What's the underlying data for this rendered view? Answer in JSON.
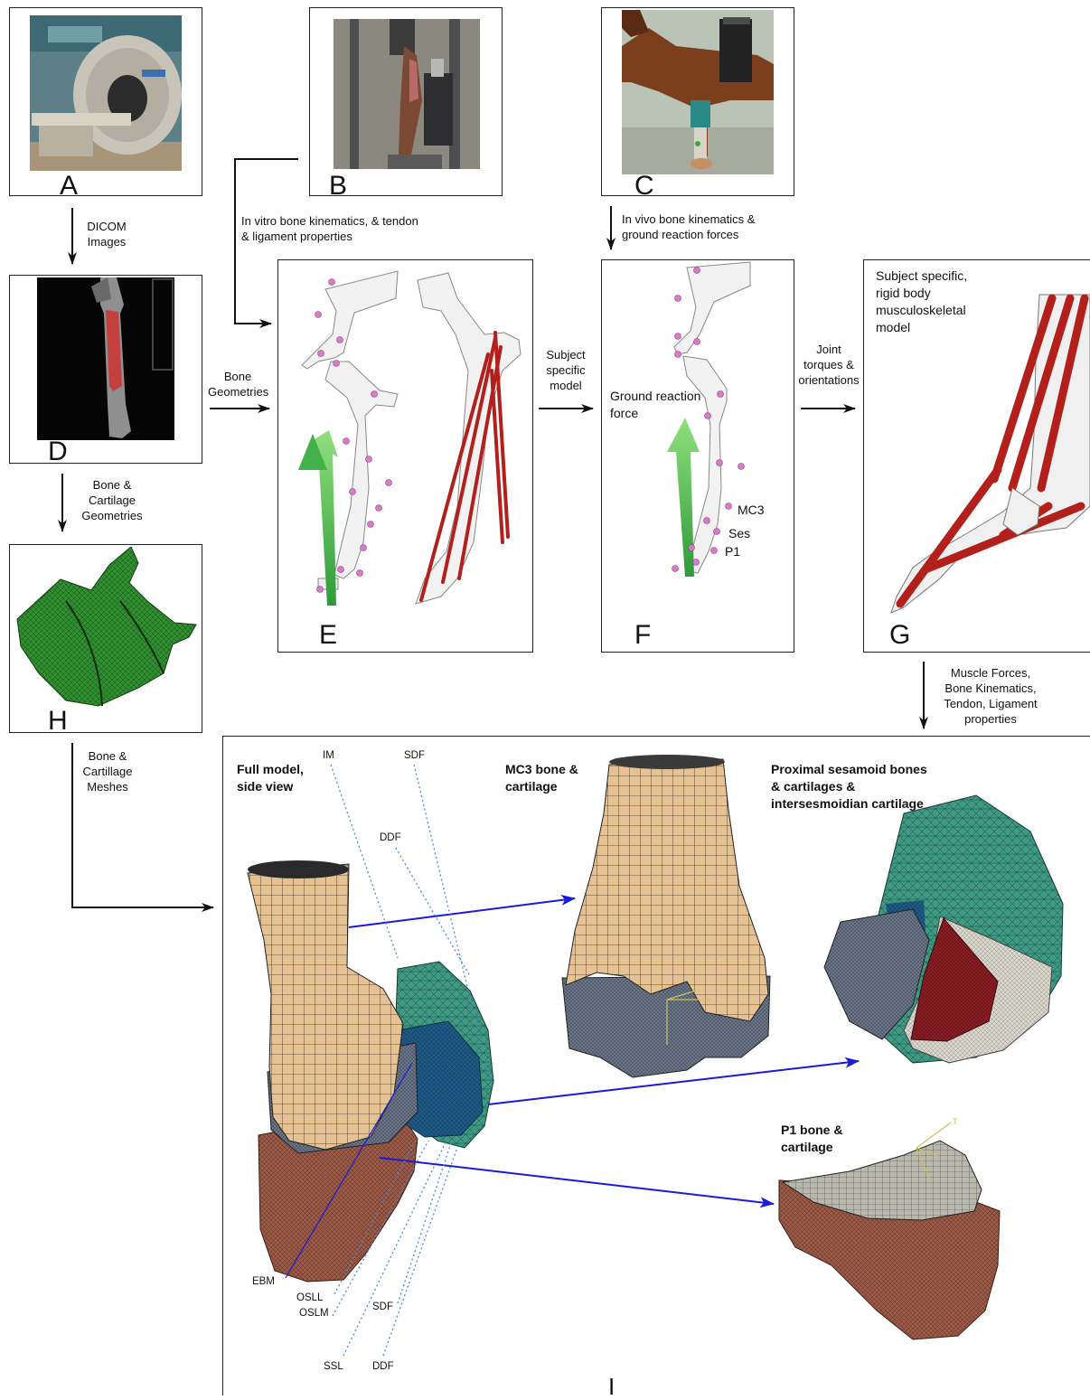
{
  "panels": {
    "A": {
      "letter": "A"
    },
    "B": {
      "letter": "B"
    },
    "C": {
      "letter": "C"
    },
    "D": {
      "letter": "D"
    },
    "E": {
      "letter": "E"
    },
    "F": {
      "letter": "F",
      "ground_reaction": "Ground reaction force",
      "labels": [
        "MC3",
        "Ses",
        "P1"
      ]
    },
    "G": {
      "letter": "G",
      "title": "Subject specific, rigid body musculoskeletal model"
    },
    "H": {
      "letter": "H"
    },
    "I": {
      "letter": "I",
      "full_model_title": "Full model, side view",
      "mc3_title": "MC3 bone & cartilage",
      "sesamoid_title": "Proximal sesamoid bones & cartilages & intersesmoidian cartilage",
      "p1_title": "P1 bone & cartilage",
      "callouts_top": [
        "IM",
        "SDF",
        "DDF"
      ],
      "callouts_bottom": [
        "EBM",
        "OSLL",
        "OSLM",
        "SDF",
        "SSL",
        "DDF"
      ]
    }
  },
  "arrows": {
    "a_to_d": "DICOM Images",
    "b_to_e": "In vitro bone kinematics, & tendon & ligament properties",
    "c_to_f": "In vivo bone kinematics & ground reaction forces",
    "d_to_e": "Bone Geometries",
    "d_to_h": "Bone & Cartilage Geometries",
    "e_to_f": "Subject specific model",
    "f_to_g": "Joint torques & orientations",
    "g_to_i": "Muscle Forces, Bone Kinematics, Tendon, Ligament properties",
    "h_to_i": "Bone & Cartillage Meshes"
  },
  "colors": {
    "bone": "#f4f4f4",
    "muscle": "#b3201c",
    "marker": "#d87bc8",
    "force_arrow": "#3aa83a",
    "mesh_green": "#2f8f2f",
    "mesh_tan": "#e8c69a",
    "mesh_brown": "#9a5a46",
    "mesh_teal": "#3f9a84",
    "mesh_blue": "#1f5a86",
    "link_arrow": "#1a1adf"
  }
}
